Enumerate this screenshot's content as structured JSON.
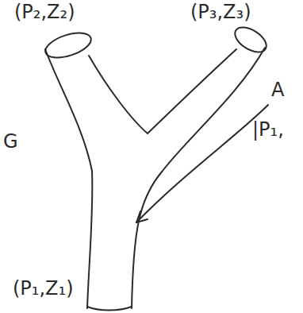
{
  "diagram": {
    "labels": [
      "(P₂,Z₂)",
      "(P₃,Z₃)",
      "A",
      "G",
      "|P₁,",
      "(P₁,Z₁)"
    ]
  }
}
